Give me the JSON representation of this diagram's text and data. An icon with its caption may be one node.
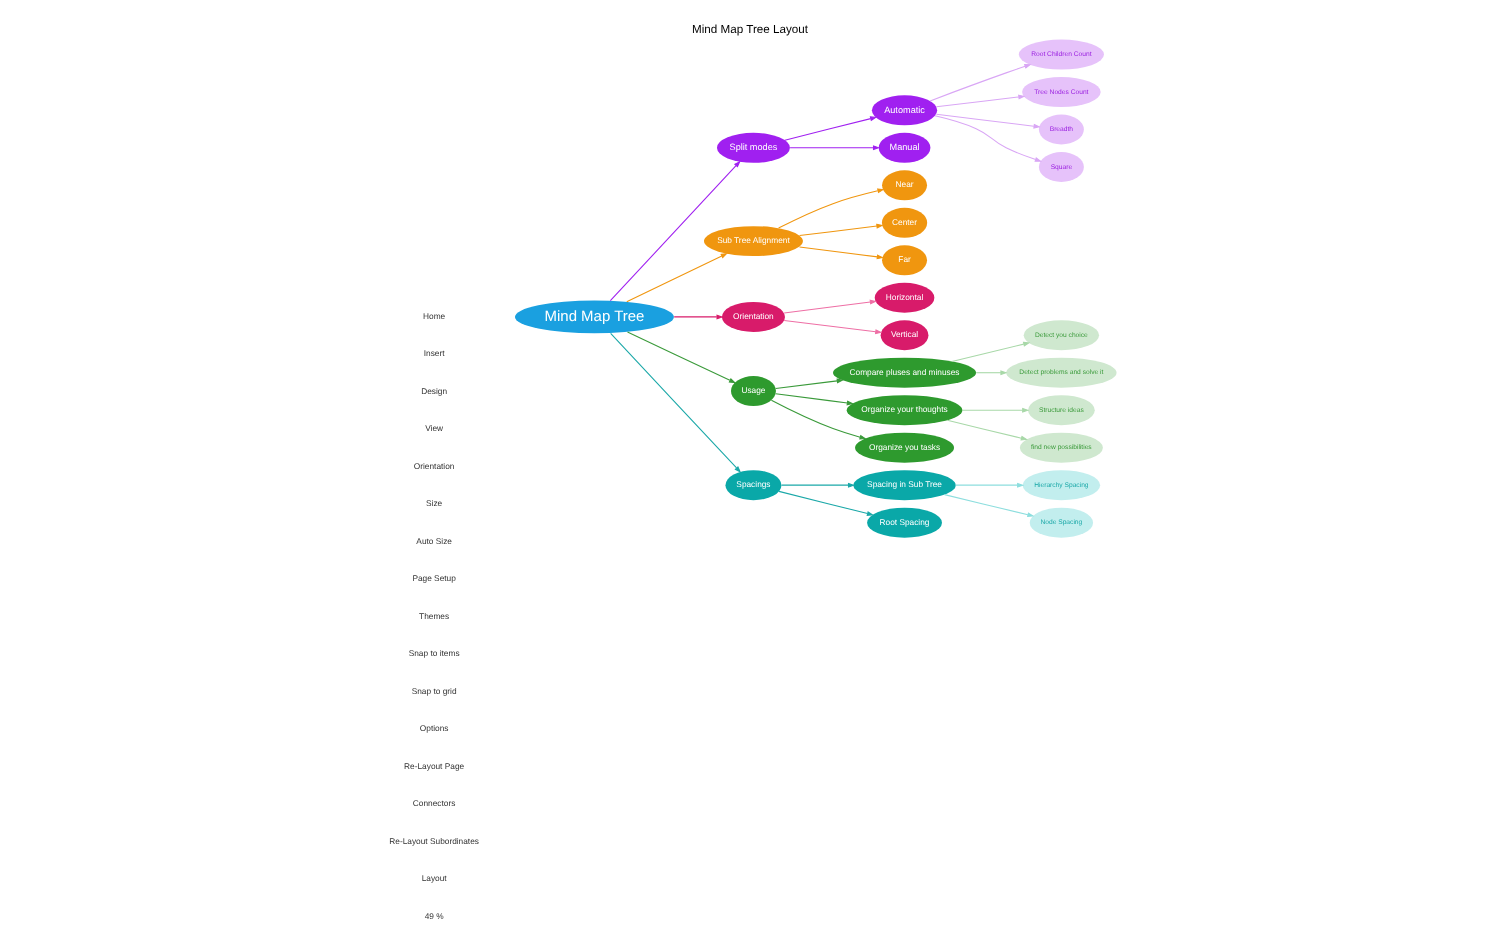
{
  "diagram": {
    "title": "Mind Map Tree Layout",
    "nodes": [
      {
        "text": [
          "Mind Map Tree"
        ]
      },
      {
        "text": [
          "Split modes"
        ]
      },
      {
        "text": [
          "Automatic"
        ]
      },
      {
        "text": [
          "Root Children Count"
        ]
      },
      {
        "text": [
          "Tree Nodes Count"
        ]
      },
      {
        "text": [
          "Breadth"
        ]
      },
      {
        "text": [
          "Square"
        ]
      },
      {
        "text": [
          "Manual"
        ]
      },
      {
        "text": [
          "Sub Tree Alignment"
        ]
      },
      {
        "text": [
          "Near"
        ]
      },
      {
        "text": [
          "Center"
        ]
      },
      {
        "text": [
          "Far"
        ]
      },
      {
        "text": [
          "Orientation"
        ]
      },
      {
        "text": [
          "Horizontal"
        ]
      },
      {
        "text": [
          "Vertical"
        ]
      },
      {
        "text": [
          "Usage"
        ]
      },
      {
        "text": [
          "Compare pluses and minuses"
        ]
      },
      {
        "text": [
          "Detect you choice"
        ]
      },
      {
        "text": [
          "Detect problems and solve it"
        ]
      },
      {
        "text": [
          "Organize your thoughts"
        ]
      },
      {
        "text": [
          "Structure ideas"
        ]
      },
      {
        "text": [
          "find new possibilities"
        ]
      },
      {
        "text": [
          "Organize you tasks"
        ]
      },
      {
        "text": [
          "Spacings"
        ]
      },
      {
        "text": [
          "Spacing in Sub Tree"
        ]
      },
      {
        "text": [
          "Hierarchy Spacing"
        ]
      },
      {
        "text": [
          "Node Spacing"
        ]
      },
      {
        "text": [
          "Root Spacing"
        ]
      }
    ],
    "edges": [
      {
        "from": 0,
        "to": 1,
        "arrow": "to",
        "color": "#a020f0"
      },
      {
        "from": 1,
        "to": 2,
        "arrow": "to",
        "color": "#a020f0"
      },
      {
        "from": 2,
        "to": 3,
        "arrow": "to",
        "color": "#d9a6f5"
      },
      {
        "from": 2,
        "to": 4,
        "arrow": "to",
        "color": "#d9a6f5"
      },
      {
        "from": 2,
        "to": 5,
        "arrow": "to",
        "color": "#d9a6f5"
      },
      {
        "from": 2,
        "to": 6,
        "arrow": "to",
        "color": "#d9a6f5"
      },
      {
        "from": 1,
        "to": 7,
        "arrow": "to",
        "color": "#a020f0"
      },
      {
        "from": 0,
        "to": 8,
        "arrow": "to",
        "color": "#f0960f"
      },
      {
        "from": 8,
        "to": 9,
        "arrow": "to",
        "color": "#f0960f"
      },
      {
        "from": 8,
        "to": 10,
        "arrow": "to",
        "color": "#f0960f"
      },
      {
        "from": 8,
        "to": 11,
        "arrow": "to",
        "color": "#f0960f"
      },
      {
        "from": 0,
        "to": 12,
        "arrow": "to",
        "color": "#d81b6a"
      },
      {
        "from": 12,
        "to": 13,
        "arrow": "to",
        "color": "#ee6fa5"
      },
      {
        "from": 12,
        "to": 14,
        "arrow": "to",
        "color": "#ee6fa5"
      },
      {
        "from": 0,
        "to": 15,
        "arrow": "to",
        "color": "#3a9a3a"
      },
      {
        "from": 15,
        "to": 16,
        "arrow": "to",
        "color": "#3a9a3a"
      },
      {
        "from": 16,
        "to": 17,
        "arrow": "to",
        "color": "#a8d8a8"
      },
      {
        "from": 16,
        "to": 18,
        "arrow": "to",
        "color": "#a8d8a8"
      },
      {
        "from": 15,
        "to": 19,
        "arrow": "to",
        "color": "#3a9a3a"
      },
      {
        "from": 19,
        "to": 20,
        "arrow": "to",
        "color": "#a8d8a8"
      },
      {
        "from": 19,
        "to": 21,
        "arrow": "to",
        "color": "#a8d8a8"
      },
      {
        "from": 15,
        "to": 22,
        "arrow": "to",
        "color": "#3a9a3a"
      },
      {
        "from": 0,
        "to": 23,
        "arrow": "to",
        "color": "#1aa8a8"
      },
      {
        "from": 23,
        "to": 24,
        "arrow": "to",
        "color": "#1aa8a8"
      },
      {
        "from": 24,
        "to": 25,
        "arrow": "to",
        "color": "#8ddede"
      },
      {
        "from": 24,
        "to": 26,
        "arrow": "to",
        "color": "#8ddede"
      },
      {
        "from": 23,
        "to": 27,
        "arrow": "to",
        "color": "#1aa8a8"
      }
    ],
    "labels": [
      "Home",
      "Insert",
      "Design",
      "View",
      "Orientation",
      "Size",
      "Auto Size",
      "Page Setup",
      "Themes",
      "Snap to items",
      "Snap to grid",
      "Options",
      "Re-Layout Page",
      "Connectors",
      "Re-Layout Subordinates",
      "Layout",
      "49 %"
    ]
  }
}
